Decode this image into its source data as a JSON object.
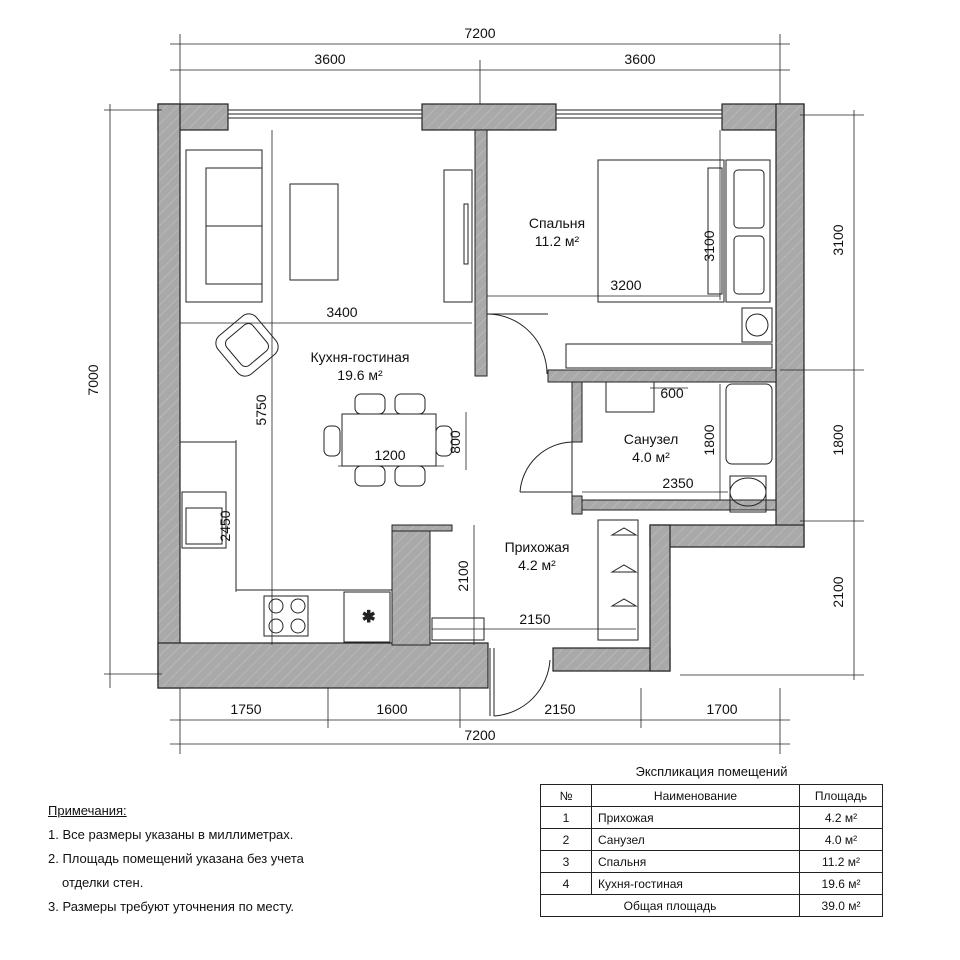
{
  "overall_width_top": "7200",
  "overall_width_bottom": "7200",
  "overall_height": "7000",
  "top_dims": [
    "3600",
    "3600"
  ],
  "right_dims": [
    "3100",
    "1800",
    "2100"
  ],
  "bottom_dims": [
    "1750",
    "1600",
    "2150",
    "1700"
  ],
  "interior_dims": {
    "living_width": "3400",
    "living_height": "5750",
    "table_width": "1200",
    "table_depth": "800",
    "kitchen_len": "2450",
    "bedroom_width": "3200",
    "bedroom_height": "3100",
    "bath_600": "600",
    "bath_height": "1800",
    "bath_width": "2350",
    "hall_height": "2100",
    "hall_width": "2150"
  },
  "rooms": [
    {
      "name": "Кухня-гостиная",
      "area": "19.6 м²"
    },
    {
      "name": "Спальня",
      "area": "11.2 м²"
    },
    {
      "name": "Санузел",
      "area": "4.0 м²"
    },
    {
      "name": "Прихожая",
      "area": "4.2 м²"
    }
  ],
  "notes": {
    "title": "Примечания:",
    "items": [
      "1. Все размеры указаны в миллиметрах.",
      "2. Площадь помещений указана без учета",
      "отделки стен.",
      "3. Размеры требуют уточнения по месту."
    ]
  },
  "legend": {
    "title": "Экспликация помещений",
    "headers": [
      "№",
      "Наименование",
      "Площадь"
    ],
    "rows": [
      {
        "num": "1",
        "name": "Прихожая",
        "area": "4.2 м²"
      },
      {
        "num": "2",
        "name": "Санузел",
        "area": "4.0 м²"
      },
      {
        "num": "3",
        "name": "Спальня",
        "area": "11.2 м²"
      },
      {
        "num": "4",
        "name": "Кухня-гостиная",
        "area": "19.6 м²"
      }
    ],
    "total_label": "Общая площадь",
    "total_area": "39.0 м²"
  }
}
